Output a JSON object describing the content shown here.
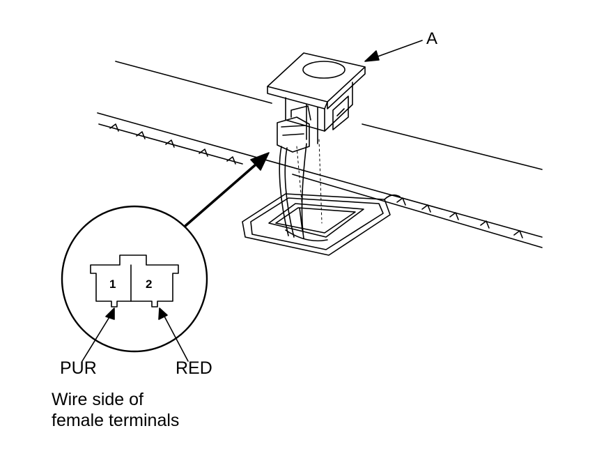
{
  "callout": {
    "label": "A"
  },
  "connector": {
    "pins": [
      {
        "number": "1",
        "wire_color": "PUR"
      },
      {
        "number": "2",
        "wire_color": "RED"
      }
    ]
  },
  "caption": {
    "line1": "Wire side of",
    "line2": "female terminals"
  }
}
